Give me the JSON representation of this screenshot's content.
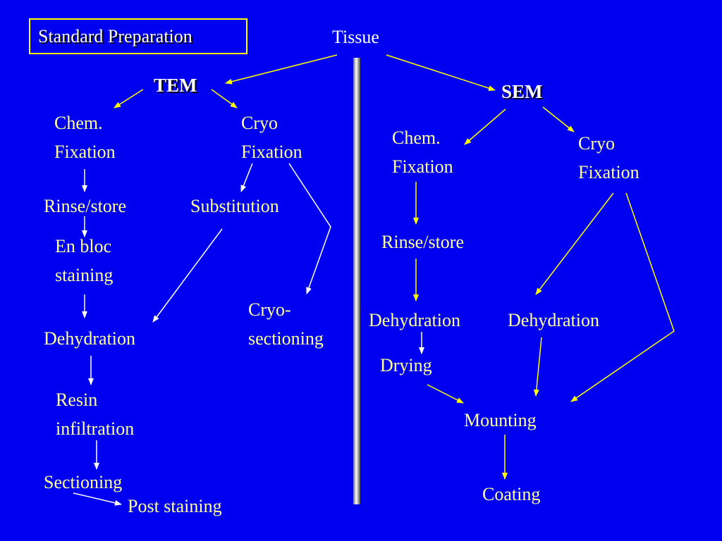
{
  "title": "Standard Preparation",
  "root": "Tissue",
  "colors": {
    "background": "#0000f0",
    "text": "#ffff99",
    "heading": "#ffffff",
    "title_border": "#ffff00",
    "arrow_yellow": "#ffff00",
    "arrow_white": "#ffffff"
  },
  "tem": {
    "label": "TEM",
    "chem_fixation": "Chem.\nFixation",
    "cryo_fixation": "Cryo\nFixation",
    "rinse_store": "Rinse/store",
    "substitution": "Substitution",
    "en_bloc": "En bloc\nstaining",
    "cryo_sectioning": "Cryo-\nsectioning",
    "dehydration": "Dehydration",
    "resin": "Resin\ninfiltration",
    "sectioning": "Sectioning",
    "post_staining": "Post staining"
  },
  "sem": {
    "label": "SEM",
    "chem_fixation": "Chem.\nFixation",
    "cryo_fixation": "Cryo\nFixation",
    "rinse_store": "Rinse/store",
    "dehydration_1": "Dehydration",
    "dehydration_2": "Dehydration",
    "drying": "Drying",
    "mounting": "Mounting",
    "coating": "Coating"
  }
}
